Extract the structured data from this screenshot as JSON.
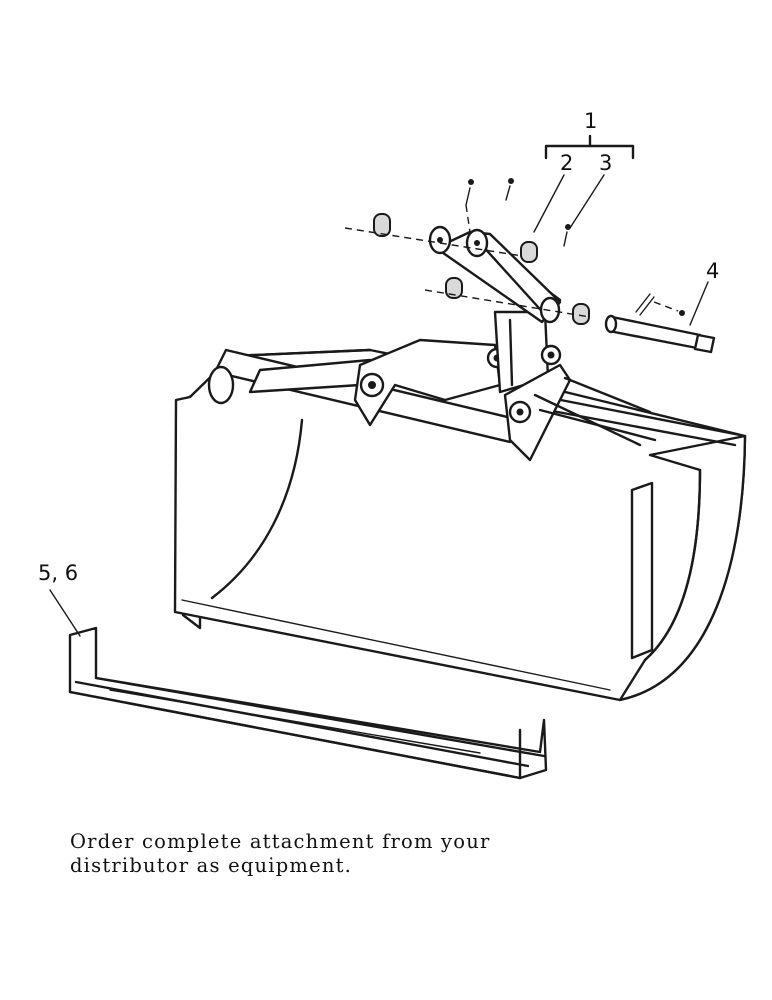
{
  "callouts": {
    "assembly": "1",
    "pivot_bushing": "2",
    "grease_fitting": "3",
    "pin": "4",
    "cutting_edge": "5, 6"
  },
  "note": {
    "line1": "Order complete attachment from your",
    "line2": "distributor as equipment."
  }
}
